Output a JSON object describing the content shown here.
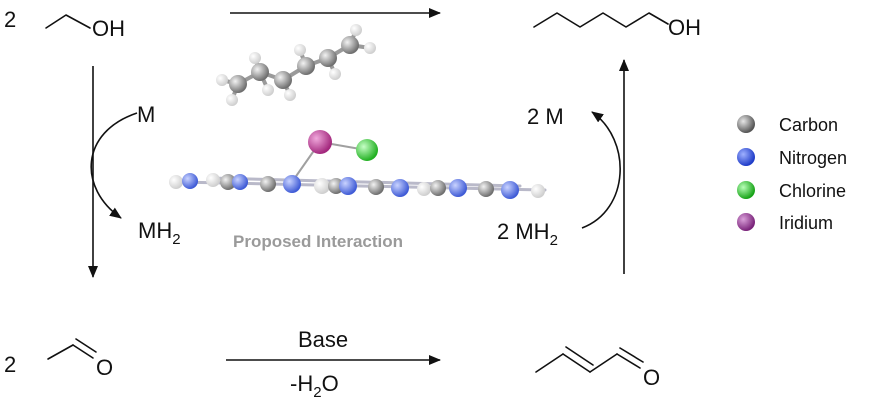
{
  "molecules": {
    "ethanol": {
      "coefficient": "2",
      "label": "OH"
    },
    "butanol": {
      "label": "OH"
    },
    "acetaldehyde": {
      "coefficient": "2",
      "label": "O"
    },
    "crotonaldehyde": {
      "label": "O"
    }
  },
  "reagents": {
    "m_left": "M",
    "mh2_left_main": "MH",
    "mh2_left_sub": "2",
    "m_right": "2 M",
    "mh2_right_main": "2 MH",
    "mh2_right_sub": "2",
    "base": "Base",
    "water_prefix": "-H",
    "water_sub": "2",
    "water_suffix": "O"
  },
  "caption": "Proposed Interaction",
  "legend": [
    {
      "label": "Carbon",
      "color": "#7a7a7a"
    },
    {
      "label": "Nitrogen",
      "color": "#2f4fd8"
    },
    {
      "label": "Chlorine",
      "color": "#2ecc40"
    },
    {
      "label": "Iridium",
      "color": "#8e2f8e"
    }
  ],
  "colors": {
    "carbon": "#7a7a7a",
    "hydrogen": "#e8e8e8",
    "nitrogen": "#4a66e0",
    "chlorine": "#2ecc40",
    "iridium": "#b0308a"
  }
}
